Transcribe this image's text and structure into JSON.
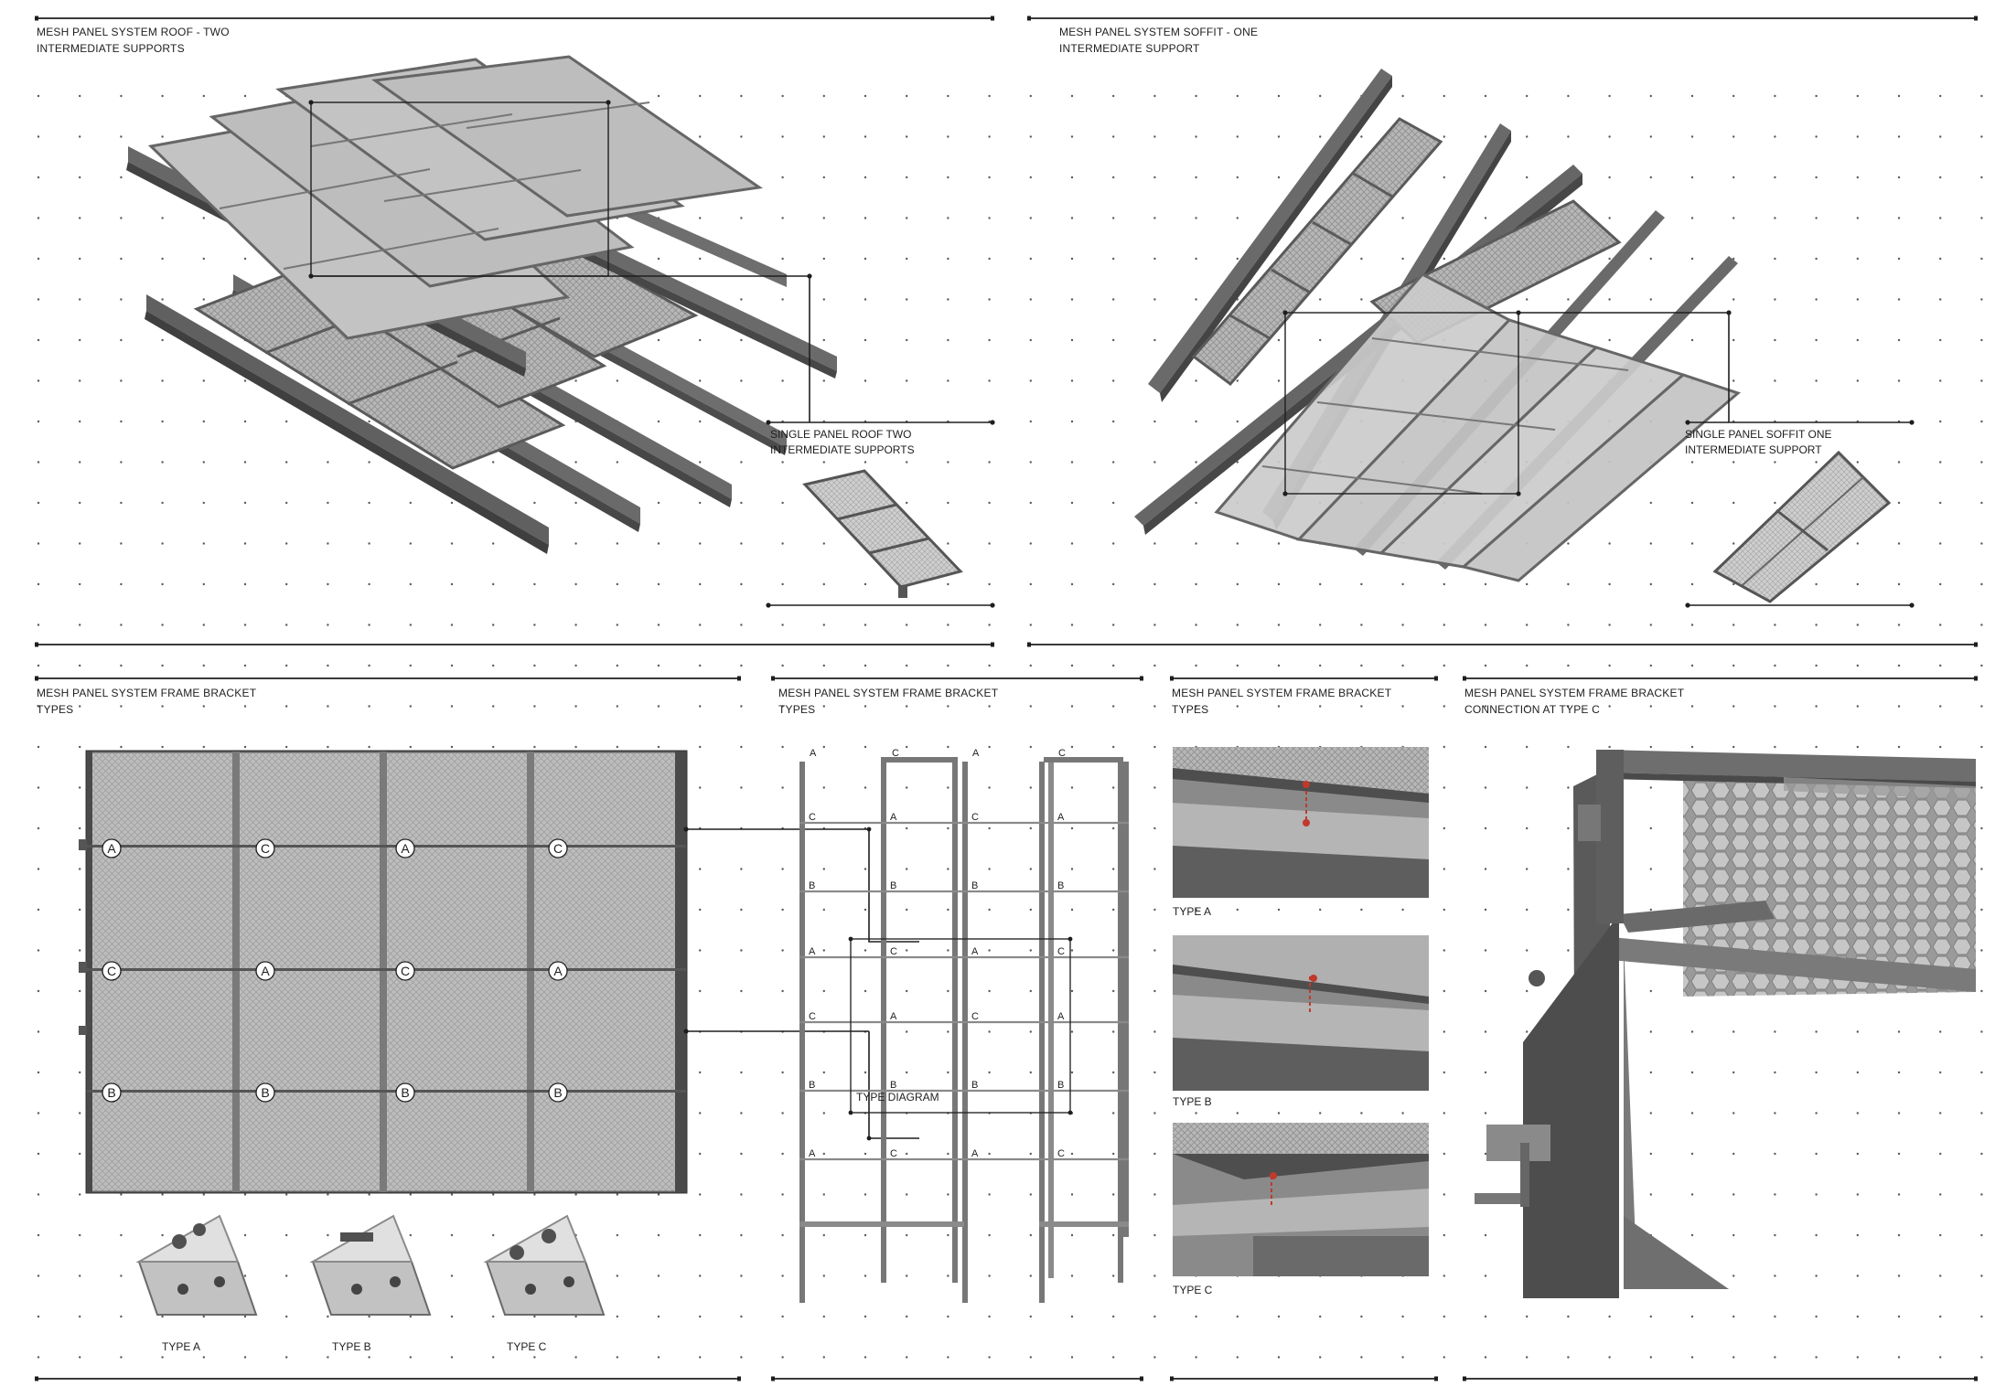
{
  "panels": {
    "roof": {
      "title_1": "MESH PANEL SYSTEM ROOF - TWO",
      "title_2": "INTERMEDIATE SUPPORTS",
      "detail_1": "SINGLE PANEL ROOF TWO",
      "detail_2": "INTERMEDIATE SUPPORTS"
    },
    "soffit": {
      "title_1": "MESH PANEL SYSTEM SOFFIT - ONE",
      "title_2": "INTERMEDIATE SUPPORT",
      "detail_1": "SINGLE PANEL SOFFIT ONE",
      "detail_2": "INTERMEDIATE SUPPORT"
    },
    "bracket_elevation": {
      "title_1": "MESH PANEL SYSTEM FRAME BRACKET",
      "title_2": "TYPES",
      "grid_rows": [
        [
          "A",
          "C",
          "A",
          "C"
        ],
        [
          "C",
          "A",
          "C",
          "A"
        ],
        [
          "B",
          "B",
          "B",
          "B"
        ]
      ],
      "types": [
        "TYPE A",
        "TYPE B",
        "TYPE C"
      ]
    },
    "type_diagram": {
      "title_1": "MESH PANEL SYSTEM FRAME BRACKET",
      "title_2": "TYPES",
      "caption": "TYPE DIAGRAM",
      "top_letters": [
        "A",
        "C",
        "A",
        "C"
      ],
      "rows": [
        [
          "C",
          "A",
          "C",
          "A"
        ],
        [
          "B",
          "B",
          "B",
          "B"
        ],
        [
          "A",
          "C",
          "A",
          "C"
        ],
        [
          "C",
          "A",
          "C",
          "A"
        ],
        [
          "B",
          "B",
          "B",
          "B"
        ],
        [
          "A",
          "C",
          "A",
          "C"
        ]
      ]
    },
    "bracket_details": {
      "title_1": "MESH PANEL SYSTEM FRAME BRACKET",
      "title_2": "TYPES",
      "types": [
        "TYPE A",
        "TYPE B",
        "TYPE C"
      ]
    },
    "connection": {
      "title_1": "MESH PANEL SYSTEM FRAME BRACKET",
      "title_2": "CONNECTION AT TYPE C"
    }
  },
  "colors": {
    "ink": "#1e1e1e",
    "steel": "#6d6d6d",
    "steel_dark": "#4c4c4c",
    "panel": "#c9c9c9",
    "mesh": "#9e9e9e",
    "accent": "#c0392b"
  }
}
